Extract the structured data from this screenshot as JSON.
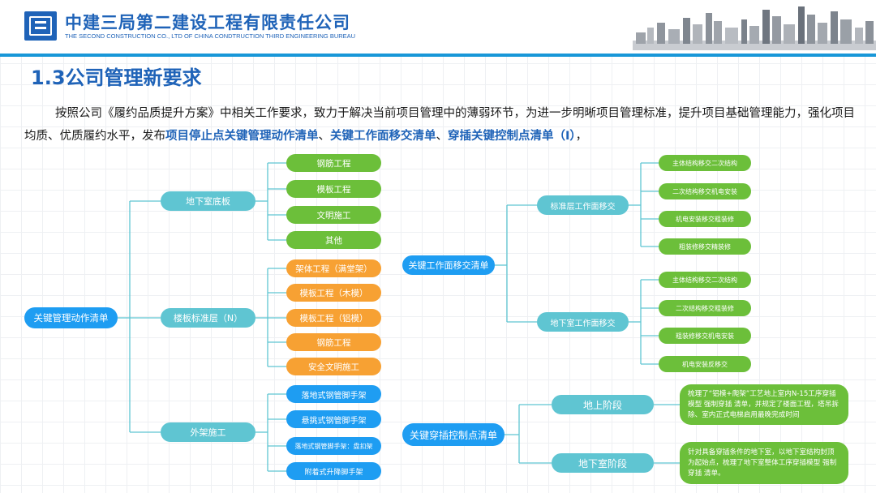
{
  "header": {
    "company_cn": "中建三局第二建设工程有限责任公司",
    "company_en": "THE SECOND CONSTRUCTION CO., LTD OF CHINA CONDTRUCTION THIRD ENGINEERING BUREAU"
  },
  "title": "1.3公司管理新要求",
  "paragraph": {
    "lead": "按照公司《履约品质提升方案》中相关工作要求，致力于解决当前项目管理中的薄弱环节，为进一步明晰项目管理标准，提升项目基础管理能力，强化项目均质、优质履约水平，发布",
    "hl1": "项目停止点关键管理动作清单",
    "sep1": "、",
    "hl2": "关键工作面移交清单",
    "sep2": "、",
    "hl3": "穿插关键控制点清单（Ⅰ）",
    "tail": "，"
  },
  "left_tree": {
    "root": "关键管理动作清单",
    "branches": [
      {
        "label": "地下室底板",
        "leaves": [
          "钢筋工程",
          "模板工程",
          "文明施工",
          "其他"
        ]
      },
      {
        "label": "楼板标准层（N）",
        "leaves": [
          "架体工程（满堂架）",
          "模板工程（木模）",
          "模板工程（铝模）",
          "钢筋工程",
          "安全文明施工"
        ]
      },
      {
        "label": "外架施工",
        "leaves": [
          "落地式钢管脚手架",
          "悬挑式钢管脚手架",
          "落地式钢管脚手架：盘扣架",
          "附着式升降脚手架"
        ]
      }
    ]
  },
  "right_tree": {
    "root": "关键工作面移交清单",
    "branches": [
      {
        "label": "标准层工作面移交",
        "leaves": [
          "主体结构移交二次结构",
          "二次结构移交机电安装",
          "机电安装移交粗装修",
          "粗装修移交精装修"
        ]
      },
      {
        "label": "地下室工作面移交",
        "leaves": [
          "主体结构移交二次结构",
          "二次结构移交粗装修",
          "粗装修移交机电安装",
          "机电安装反移交"
        ]
      }
    ]
  },
  "insert_tree": {
    "root": "关键穿插控制点清单",
    "branches": [
      {
        "label": "地上阶段",
        "note": "梳理了“铝模+爬架”工艺地上室内N-15工序穿插模型 强制穿插 清单，并规定了楼面工程，塔吊拆除、室内正式电梯启用最晚完成时间"
      },
      {
        "label": "地下室阶段",
        "note": "针对具备穿插条件的地下室，以地下室结构封顶为起始点，梳理了地下室整体工序穿插模型 强制穿插 清单。"
      }
    ]
  },
  "colors": {
    "brand": "#1f63b8",
    "blue": "#1e9df2",
    "teal": "#5fc5d2",
    "green": "#6cbf3a",
    "orange": "#f7a133"
  }
}
